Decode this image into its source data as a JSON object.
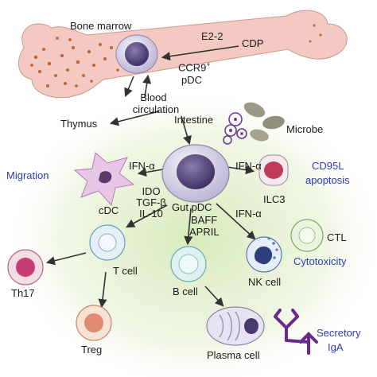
{
  "labels": {
    "bone_marrow": "Bone marrow",
    "e2_2": "E2-2",
    "cdp": "CDP",
    "ccr9": "CCR9",
    "ccr9_sup": "+",
    "pdc": "pDC",
    "blood_circulation_1": "Blood",
    "blood_circulation_2": "circulation",
    "thymus": "Thymus",
    "intestine": "Intestine",
    "microbe": "Microbe",
    "migration": "Migration",
    "ifn_left": "IFN-α",
    "ifn_right": "IFN-α",
    "cd95l_1": "CD95L",
    "cd95l_2": "apoptosis",
    "cdc": "cDC",
    "ido": "IDO",
    "tgf": "TGF-β",
    "il10": "IL-10",
    "gut_pdc": "Gut pDC",
    "ilc3": "ILC3",
    "baff": "BAFF",
    "april": "APRIL",
    "ifn_lower": "IFN-α",
    "ctl": "CTL",
    "cytotoxicity": "Cytotoxicity",
    "t_cell": "T cell",
    "th17": "Th17",
    "b_cell": "B cell",
    "nk_cell": "NK cell",
    "treg": "Treg",
    "plasma_cell": "Plasma cell",
    "secretory_1": "Secretory",
    "secretory_2": "IgA"
  },
  "colors": {
    "bone": "#f3c9c2",
    "bone_dots": "#b66a3e",
    "background_glow": "#d7e9b8",
    "nucleus": "#4a3a6e",
    "cell": "#dcd8ec",
    "annotation_blue": "#2b3fb0",
    "iga": "#6a2a8a"
  }
}
